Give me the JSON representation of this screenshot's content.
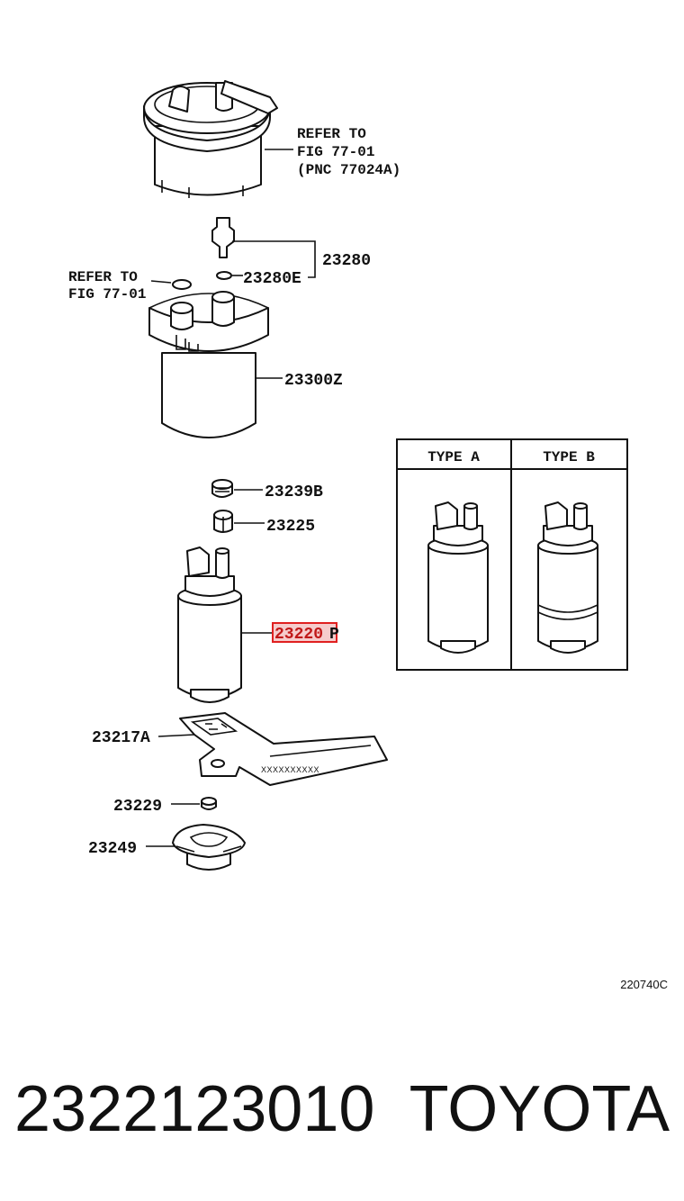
{
  "diagram": {
    "refer_top": {
      "line1": "REFER TO",
      "line2": "FIG 77-01",
      "line3": "(PNC 77024A)"
    },
    "refer_left": {
      "line1": "REFER TO",
      "line2": "FIG 77-01"
    },
    "callouts": {
      "p23280": "23280",
      "p23280E": "23280E",
      "p23300Z": "23300Z",
      "p23239B": "23239B",
      "p23225": "23225",
      "p23220P_highlight": "23220",
      "p23220P_suffix": "P",
      "p23217A": "23217A",
      "p23229": "23229",
      "p23249": "23249"
    },
    "bracket_marks": "XXXXXXXXXX",
    "inset": {
      "type_a": "TYPE A",
      "type_b": "TYPE B"
    },
    "figure_code": "220740C"
  },
  "footer": {
    "part_number": "2322123010",
    "brand": "TOYOTA"
  },
  "colors": {
    "highlight": "#e02020",
    "highlight_fill": "#f6cccc",
    "ink": "#111111"
  }
}
